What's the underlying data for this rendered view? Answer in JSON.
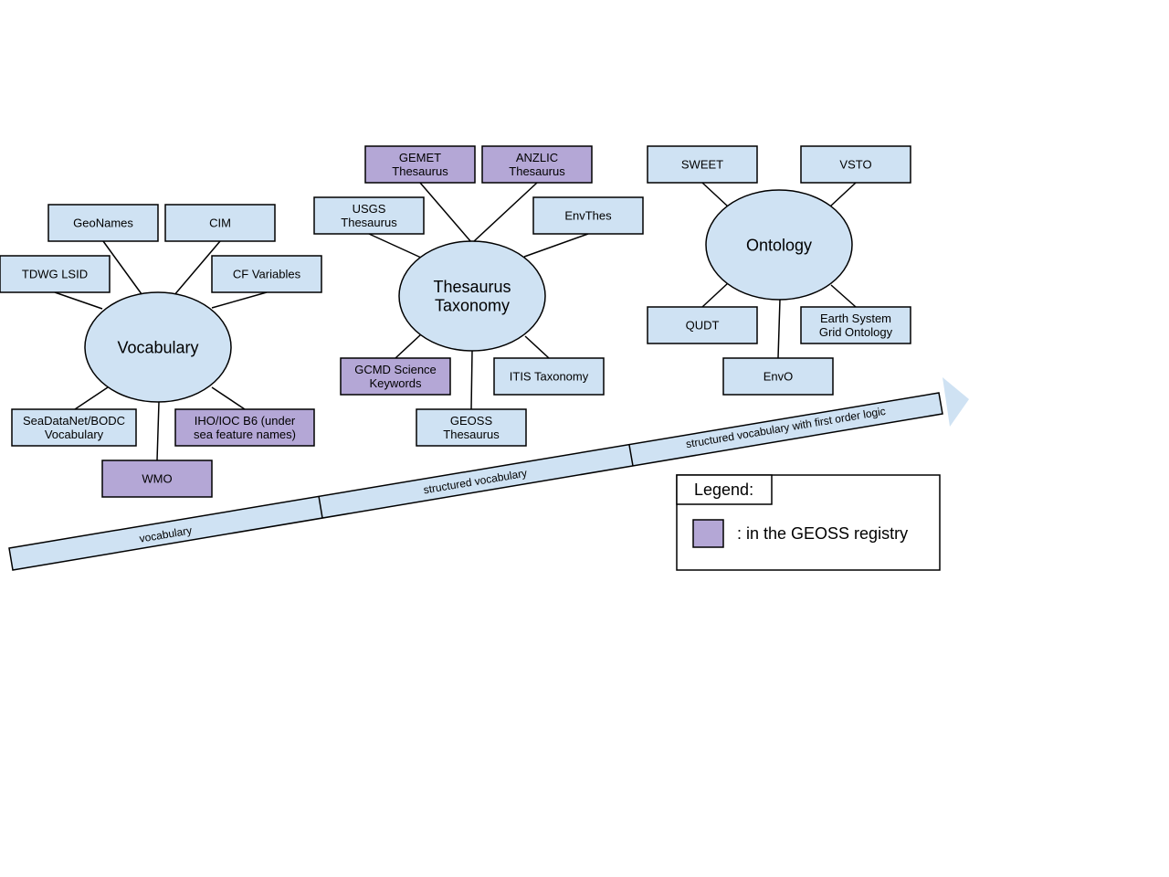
{
  "colors": {
    "node_fill": "#cfe2f3",
    "registry_fill": "#b4a7d6",
    "arrow_fill": "#cfe2f3",
    "stroke": "#000000"
  },
  "clusters": {
    "vocabulary": {
      "center": "Vocabulary",
      "nodes": {
        "geonames": {
          "lines": [
            "GeoNames"
          ],
          "registry": false
        },
        "cim": {
          "lines": [
            "CIM"
          ],
          "registry": false
        },
        "tdwg": {
          "lines": [
            "TDWG LSID"
          ],
          "registry": false
        },
        "cf": {
          "lines": [
            "CF Variables"
          ],
          "registry": false
        },
        "seadatanet": {
          "lines": [
            "SeaDataNet/BODC",
            "Vocabulary"
          ],
          "registry": false
        },
        "iho": {
          "lines": [
            "IHO/IOC B6 (under",
            "sea feature names)"
          ],
          "registry": true
        },
        "wmo": {
          "lines": [
            "WMO"
          ],
          "registry": true
        }
      }
    },
    "thesaurus": {
      "center": [
        "Thesaurus",
        "Taxonomy"
      ],
      "nodes": {
        "gemet": {
          "lines": [
            "GEMET",
            "Thesaurus"
          ],
          "registry": true
        },
        "anzlic": {
          "lines": [
            "ANZLIC",
            "Thesaurus"
          ],
          "registry": true
        },
        "usgs": {
          "lines": [
            "USGS",
            "Thesaurus"
          ],
          "registry": false
        },
        "envthes": {
          "lines": [
            "EnvThes"
          ],
          "registry": false
        },
        "gcmd": {
          "lines": [
            "GCMD Science",
            "Keywords"
          ],
          "registry": true
        },
        "itis": {
          "lines": [
            "ITIS Taxonomy"
          ],
          "registry": false
        },
        "geoss": {
          "lines": [
            "GEOSS",
            "Thesaurus"
          ],
          "registry": false
        }
      }
    },
    "ontology": {
      "center": "Ontology",
      "nodes": {
        "sweet": {
          "lines": [
            "SWEET"
          ],
          "registry": false
        },
        "vsto": {
          "lines": [
            "VSTO"
          ],
          "registry": false
        },
        "qudt": {
          "lines": [
            "QUDT"
          ],
          "registry": false
        },
        "esgo": {
          "lines": [
            "Earth System",
            "Grid Ontology"
          ],
          "registry": false
        },
        "envo": {
          "lines": [
            "EnvO"
          ],
          "registry": false
        }
      }
    }
  },
  "arrow": {
    "segments": [
      "vocabulary",
      "structured vocabulary",
      "structured vocabulary with first order logic"
    ]
  },
  "legend": {
    "title": "Legend:",
    "entry": ": in the GEOSS registry"
  }
}
